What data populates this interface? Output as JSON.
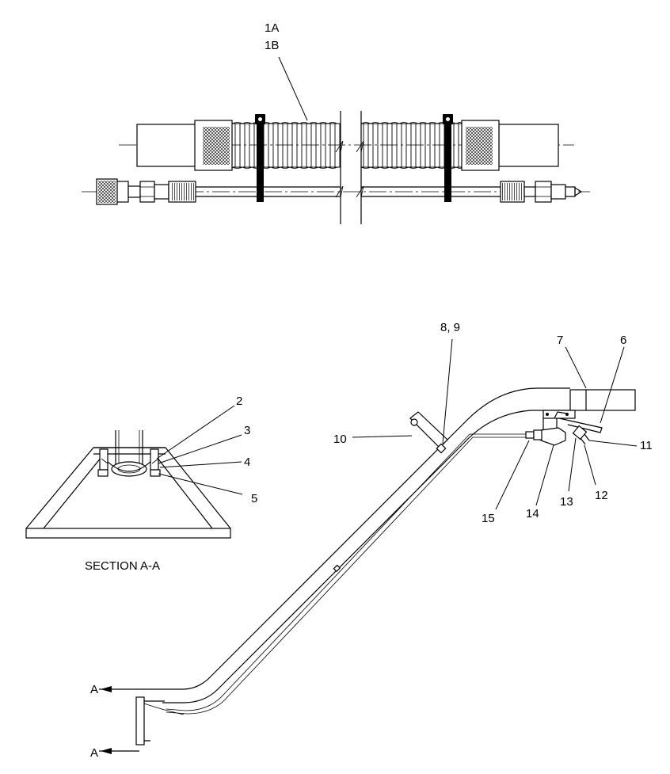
{
  "labels": {
    "p1a": "1A",
    "p1b": "1B",
    "p2": "2",
    "p3": "3",
    "p4": "4",
    "p5": "5",
    "p6": "6",
    "p7": "7",
    "p89": "8, 9",
    "p10": "10",
    "p11": "11",
    "p12": "12",
    "p13": "13",
    "p14": "14",
    "p15": "15",
    "section_title": "SECTION A-A",
    "section_mark_top": "A",
    "section_mark_bottom": "A"
  }
}
